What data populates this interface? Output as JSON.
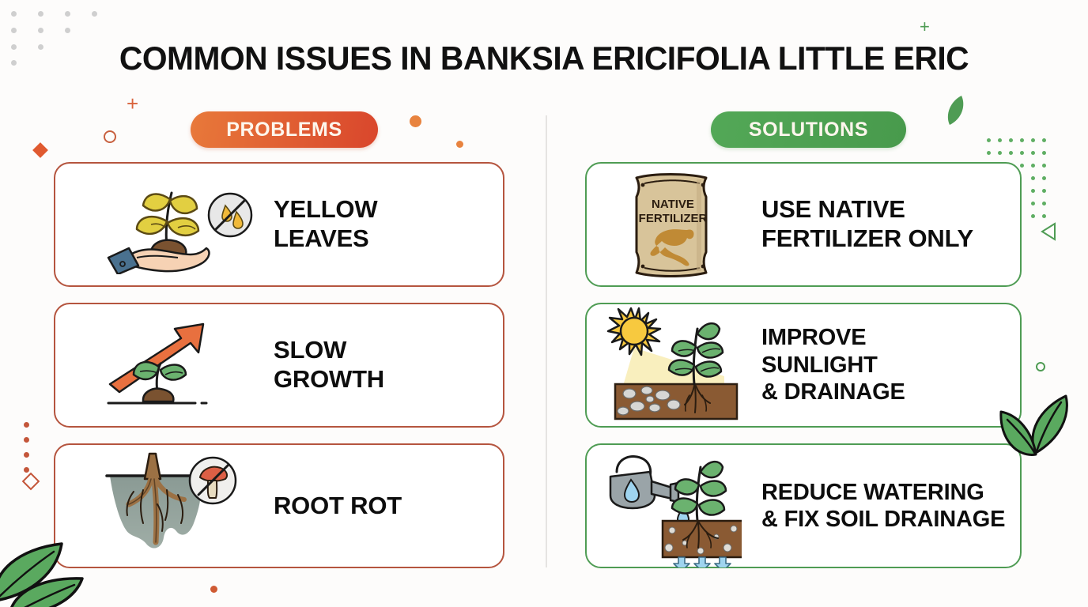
{
  "title": "COMMON ISSUES IN BANKSIA ERICIFOLIA LITTLE ERIC",
  "columns": {
    "problems": {
      "badge_label": "PROBLEMS",
      "badge_color": "#d9462c",
      "border_color": "#b5553f",
      "cards": [
        {
          "label": "YELLOW\nLEAVES",
          "icon": "hand-holding-yellow-seedling-no-water-icon"
        },
        {
          "label": "SLOW\nGROWTH",
          "icon": "seedling-with-upward-arrow-icon"
        },
        {
          "label": "ROOT ROT",
          "icon": "waterlogged-roots-no-fungus-icon"
        }
      ]
    },
    "solutions": {
      "badge_label": "SOLUTIONS",
      "badge_color": "#4f9c54",
      "border_color": "#4f9c54",
      "cards": [
        {
          "label": "USE NATIVE\nFERTILIZER ONLY",
          "icon": "native-fertilizer-bag-kangaroo-icon",
          "bag_text_line1": "NATIVE",
          "bag_text_line2": "FERTILIZER"
        },
        {
          "label": "IMPROVE\nSUNLIGHT\n& DRAINAGE",
          "icon": "sun-plant-gravel-soil-icon"
        },
        {
          "label": "REDUCE WATERING\n& FIX SOIL DRAINAGE",
          "icon": "watering-can-plant-drainage-arrows-icon"
        }
      ]
    }
  },
  "decorations": {
    "grey_dot_grid": "grey-dot-grid-icon",
    "green_dot_grid": "green-dot-grid-icon",
    "orange_plus": "orange-plus-icon",
    "green_plus": "green-plus-icon",
    "orange_ring": "orange-ring-icon",
    "green_ring": "green-ring-icon",
    "orange_diamond_filled": "orange-filled-diamond-icon",
    "orange_diamond_outline": "orange-outline-diamond-icon",
    "green_triangle": "green-triangle-outline-icon",
    "leaf_top_right": "green-leaf-icon",
    "leaves_bottom_left": "green-leaves-cluster-icon",
    "leaves_bottom_right": "green-leaves-cluster-icon",
    "colors": {
      "orange": "#d9633c",
      "green": "#4f9c54",
      "grey": "#c9c9c9"
    }
  }
}
